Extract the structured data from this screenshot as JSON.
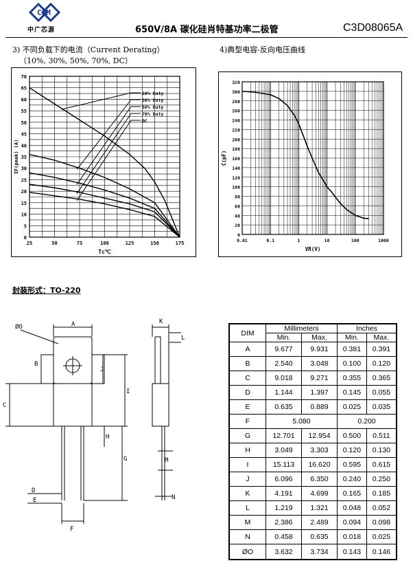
{
  "header": {
    "brand": "CSM",
    "logo_text": "中广芯源",
    "title": "650V/8A 碳化硅肖特基功率二极管",
    "part": "C3D08065A"
  },
  "section3": {
    "heading1": "3) 不同负载下的电流（Current Derating）",
    "heading2": "（10%, 30%, 50%, 70%, DC）"
  },
  "section4": {
    "heading": "4)典型电容-反向电压曲线"
  },
  "package": {
    "label": "封装形式：TO-220"
  },
  "chart_data": [
    {
      "type": "line",
      "title": "",
      "xlabel": "Tc℃",
      "ylabel": "IF(peak) (A)",
      "xlim": [
        25,
        175
      ],
      "ylim": [
        0,
        70
      ],
      "xticks": [
        25,
        50,
        75,
        100,
        125,
        150,
        175
      ],
      "yticks": [
        0,
        5,
        10,
        15,
        20,
        25,
        30,
        35,
        40,
        45,
        50,
        55,
        60,
        65,
        70
      ],
      "grid": true,
      "legend_position": "top-right",
      "series": [
        {
          "name": "10% Duty",
          "x": [
            25,
            50,
            75,
            100,
            125,
            140,
            150,
            160,
            175
          ],
          "y": [
            65,
            58,
            51,
            44,
            36,
            30,
            24,
            16,
            0
          ]
        },
        {
          "name": "30% Duty",
          "x": [
            25,
            50,
            75,
            100,
            125,
            150,
            175
          ],
          "y": [
            36,
            33.5,
            30,
            26,
            21,
            15,
            0
          ]
        },
        {
          "name": "50% Duty",
          "x": [
            25,
            50,
            75,
            100,
            125,
            150,
            175
          ],
          "y": [
            28,
            26,
            23.5,
            20.5,
            17,
            12.5,
            0
          ]
        },
        {
          "name": "70% Duty",
          "x": [
            25,
            50,
            75,
            100,
            125,
            150,
            175
          ],
          "y": [
            23,
            21.5,
            19.5,
            17,
            14.5,
            11,
            0
          ]
        },
        {
          "name": "DC",
          "x": [
            25,
            50,
            75,
            100,
            125,
            150,
            175
          ],
          "y": [
            19.5,
            18,
            16.5,
            14.5,
            12,
            9,
            0
          ]
        }
      ]
    },
    {
      "type": "line",
      "title": "",
      "xlabel": "VR(V)",
      "ylabel": "C(pF)",
      "xscale": "log",
      "xlim": [
        0.01,
        1000
      ],
      "ylim": [
        0,
        320
      ],
      "xticks": [
        0.01,
        0.1,
        1,
        10,
        100,
        1000
      ],
      "xtick_labels": [
        "0.01",
        "0.1",
        "1",
        "10",
        "100",
        "1000"
      ],
      "yticks": [
        0,
        20,
        40,
        60,
        80,
        100,
        120,
        140,
        160,
        180,
        200,
        220,
        240,
        260,
        280,
        300,
        320
      ],
      "grid": true,
      "series": [
        {
          "name": "",
          "x": [
            0.01,
            0.03,
            0.1,
            0.2,
            0.4,
            0.7,
            1,
            1.5,
            2,
            3,
            5,
            8,
            10,
            15,
            20,
            30,
            50,
            100,
            200,
            300
          ],
          "y": [
            300,
            298,
            293,
            285,
            270,
            250,
            232,
            205,
            185,
            160,
            130,
            110,
            100,
            88,
            78,
            65,
            52,
            40,
            34,
            33
          ]
        }
      ]
    }
  ],
  "dim_table": {
    "col_dim": "DIM",
    "col_mm": "Millimeters",
    "col_in": "Inches",
    "min": "Min.",
    "max": "Max.",
    "rows": [
      [
        "A",
        "9.677",
        "9.931",
        "0.381",
        "0.391"
      ],
      [
        "B",
        "2.540",
        "3.048",
        "0.100",
        "0.120"
      ],
      [
        "C",
        "9.018",
        "9.271",
        "0.355",
        "0.365"
      ],
      [
        "D",
        "1.144",
        "1.397",
        "0.145",
        "0.055"
      ],
      [
        "E",
        "0.635",
        "0.889",
        "0.025",
        "0.035"
      ],
      [
        "F",
        "5.080",
        "",
        "0.200",
        ""
      ],
      [
        "G",
        "12.701",
        "12.954",
        "0.500",
        "0.511"
      ],
      [
        "H",
        "3.049",
        "3.303",
        "0.120",
        "0.130"
      ],
      [
        "I",
        "15.113",
        "16.620",
        "0.595",
        "0.615"
      ],
      [
        "J",
        "6.096",
        "6.350",
        "0.240",
        "0.250"
      ],
      [
        "K",
        "4.191",
        "4.699",
        "0.165",
        "0.185"
      ],
      [
        "L",
        "1.219",
        "1.321",
        "0.048",
        "0.052"
      ],
      [
        "M",
        "2.386",
        "2.489",
        "0.094",
        "0.098"
      ],
      [
        "N",
        "0.458",
        "0.635",
        "0.018",
        "0.025"
      ],
      [
        "ØO",
        "3.632",
        "3.734",
        "0.143",
        "0.146"
      ]
    ]
  },
  "drawing_labels": {
    "A": "A",
    "B": "B",
    "C": "C",
    "D": "D",
    "E": "E",
    "F": "F",
    "G": "G",
    "H": "H",
    "I": "I",
    "J": "J",
    "K": "K",
    "L": "L",
    "M": "M",
    "N": "N",
    "O": "ØO"
  }
}
